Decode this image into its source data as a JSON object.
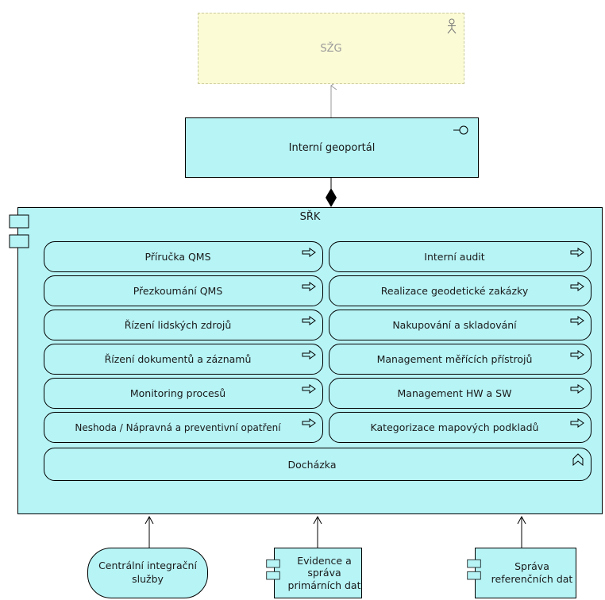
{
  "actor": {
    "label": "SŽG",
    "icon": "actor-icon"
  },
  "interface_box": {
    "label": "Interní geoportál",
    "icon": "interface-icon"
  },
  "main_component": {
    "label": "SŘK",
    "icon": "component-icon"
  },
  "services_left": [
    "Příručka QMS",
    "Přezkoumání QMS",
    "Řízení lidských zdrojů",
    "Řízení dokumentů a záznamů",
    "Monitoring procesů",
    "Neshoda / Nápravná a preventivní opatření"
  ],
  "services_right": [
    "Interní audit",
    "Realizace geodetické zakázky",
    "Nakupování a skladování",
    "Management měřících přístrojů",
    "Management HW a SW",
    "Kategorizace mapových podkladů"
  ],
  "wide_item": {
    "label": "Docházka",
    "icon": "function-icon"
  },
  "bottom": {
    "integration": "Centrální integrační služby",
    "evidence": "Evidence a správa primárních dat",
    "reference": "Správa referenčních dat"
  },
  "colors": {
    "fill": "#b7f4f6",
    "actor_fill": "#fbfbd6",
    "actor_text": "#9a9a9a",
    "line": "#000000",
    "connector_gray": "#9a9a9a"
  }
}
